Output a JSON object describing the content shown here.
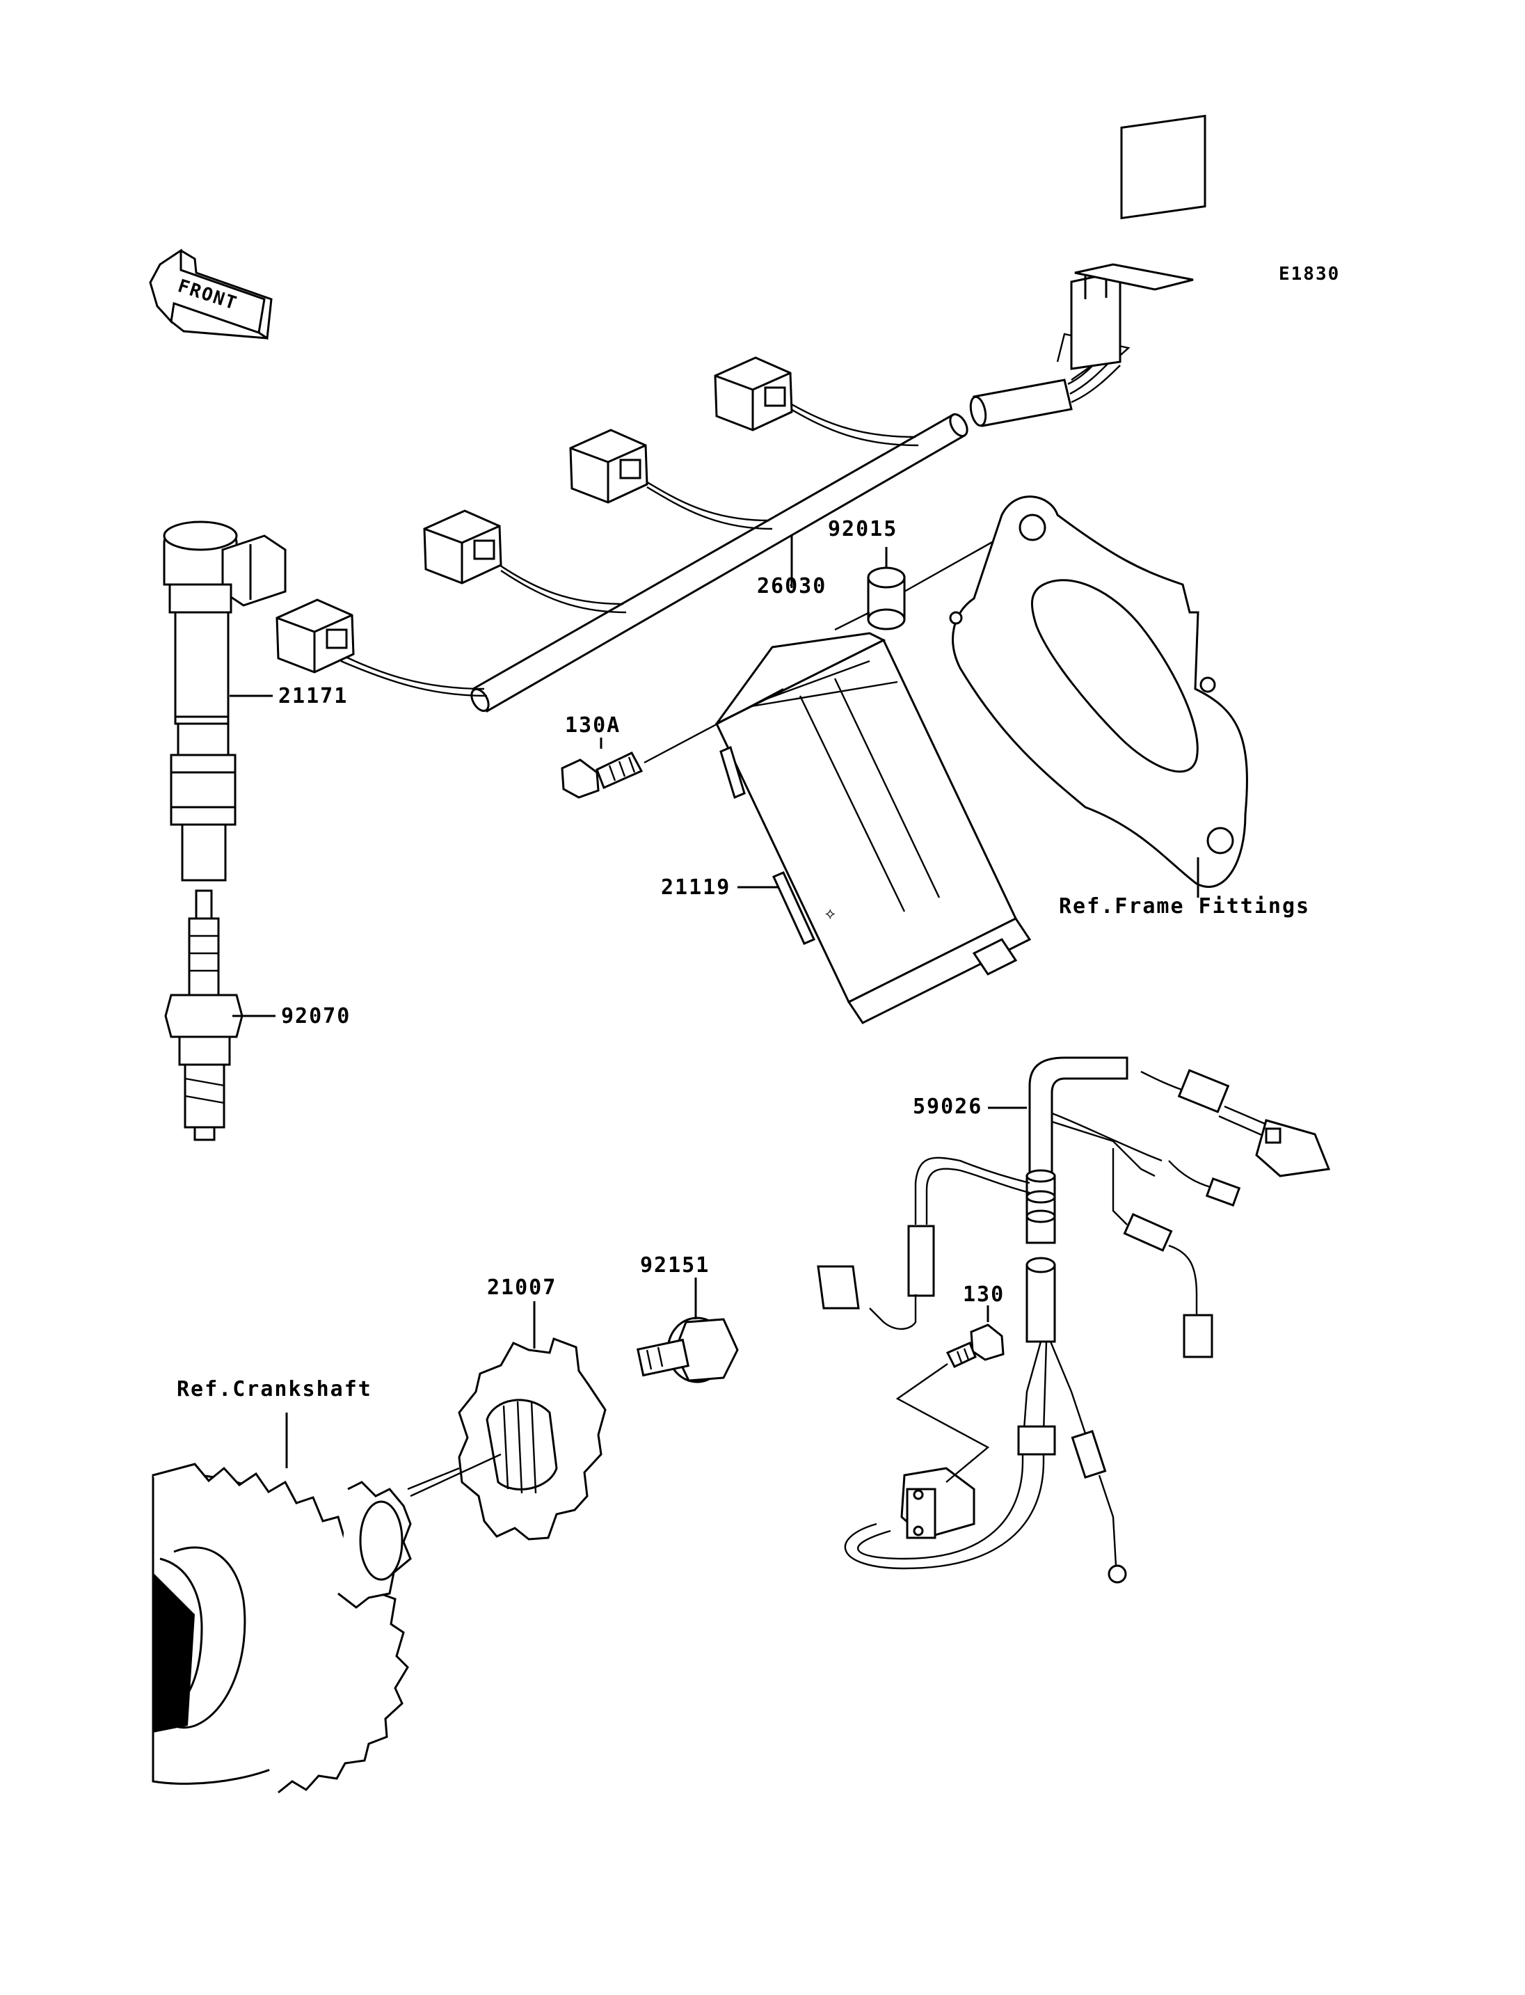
{
  "diagram_code": "E1830",
  "front_label": "FRONT",
  "callouts": {
    "p26030": "26030",
    "p92015": "92015",
    "p21171": "21171",
    "p130A": "130A",
    "p21119": "21119",
    "p92070": "92070",
    "ref_frame": "Ref.Frame Fittings",
    "p59026": "59026",
    "p92151": "92151",
    "p21007": "21007",
    "p130": "130",
    "ref_crank": "Ref.Crankshaft"
  }
}
